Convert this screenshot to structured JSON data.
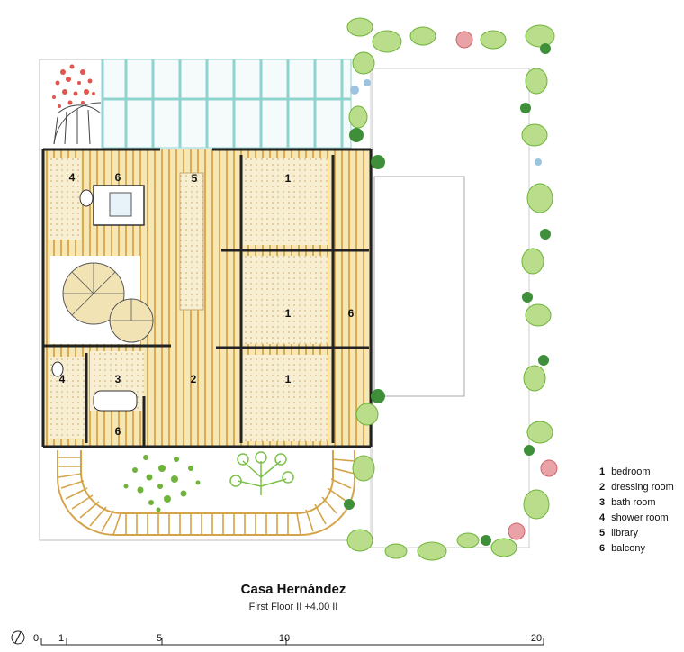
{
  "room_labels": {
    "r1a": "1",
    "r1b": "1",
    "r1c": "1",
    "r2": "2",
    "r3": "3",
    "r4a": "4",
    "r4b": "4",
    "r5": "5",
    "r6a": "6",
    "r6b": "6",
    "r6c": "6"
  },
  "legend": [
    {
      "num": "1",
      "label": "bedroom"
    },
    {
      "num": "2",
      "label": "dressing room"
    },
    {
      "num": "3",
      "label": "bath room"
    },
    {
      "num": "4",
      "label": "shower room"
    },
    {
      "num": "5",
      "label": "library"
    },
    {
      "num": "6",
      "label": "balcony"
    }
  ],
  "title": "Casa Hernández",
  "subtitle": "First Floor II +4.00 II",
  "scale": {
    "ticks": [
      "0",
      "1",
      "5",
      "10",
      "20"
    ]
  },
  "colors": {
    "floor": "#f7e7b4",
    "slat": "#d4a44a",
    "wall": "#222222",
    "pergola": "#8fd3cf",
    "greenery": "#6fb33a",
    "greenery_light": "#b9dd8a",
    "flowers": "#e0554e"
  }
}
